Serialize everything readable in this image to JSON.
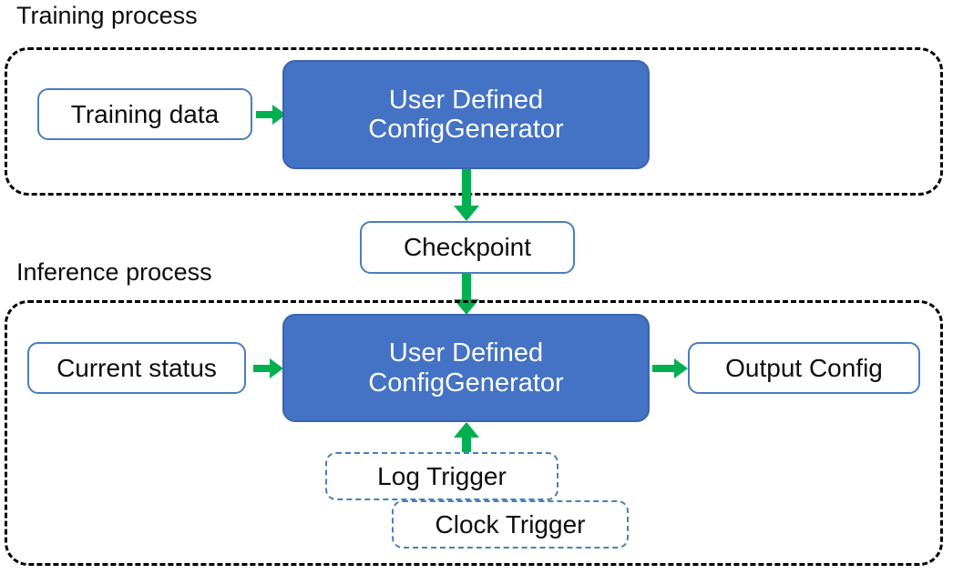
{
  "diagram": {
    "title_training": "Training process",
    "title_inference": "Inference process",
    "colors": {
      "primary_fill": "#4472C4",
      "primary_stroke": "#3A64AD",
      "plain_stroke": "#4A7EBB",
      "arrow_green": "#00B050",
      "container_stroke": "#000000",
      "text_dark": "#0D0D0D",
      "text_light": "#FFFFFF",
      "background": "#FFFFFF"
    },
    "nodes": {
      "training_data": "Training data",
      "config_generator_training": "User Defined\nConfigGenerator",
      "checkpoint": "Checkpoint",
      "current_status": "Current status",
      "config_generator_inference": "User Defined\nConfigGenerator",
      "output_config": "Output Config",
      "log_trigger": "Log Trigger",
      "clock_trigger": "Clock Trigger"
    },
    "edges": [
      {
        "name": "training-data-to-generator",
        "from": "Training data",
        "to": "User Defined ConfigGenerator",
        "direction": "right"
      },
      {
        "name": "generator-to-checkpoint",
        "from": "User Defined ConfigGenerator",
        "to": "Checkpoint",
        "direction": "down"
      },
      {
        "name": "checkpoint-to-generator",
        "from": "Checkpoint",
        "to": "User Defined ConfigGenerator",
        "direction": "down"
      },
      {
        "name": "current-status-to-generator",
        "from": "Current status",
        "to": "User Defined ConfigGenerator",
        "direction": "right"
      },
      {
        "name": "generator-to-output-config",
        "from": "User Defined ConfigGenerator",
        "to": "Output Config",
        "direction": "right"
      },
      {
        "name": "triggers-to-generator",
        "from": "Log Trigger / Clock Trigger",
        "to": "User Defined ConfigGenerator",
        "direction": "up"
      }
    ]
  }
}
